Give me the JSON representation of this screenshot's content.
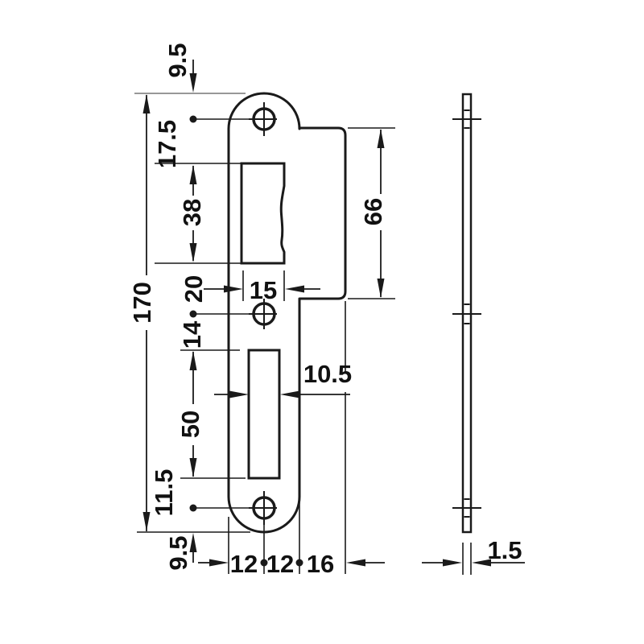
{
  "drawing": {
    "kind": "strike-plate dimension drawing",
    "colors": {
      "line": "#1a1a1a",
      "background": "#ffffff"
    },
    "dims": {
      "top_edge_to_top_hole": "9.5",
      "top_hole_to_latch_cutout": "17.5",
      "latch_cutout_height": "38",
      "latch_cutout_width": "15",
      "latch_cutout_to_center_hole": "20",
      "center_hole_to_bolt_cutout": "14",
      "bolt_cutout_height": "50",
      "bolt_cutout_width": "10.5",
      "bolt_cutout_to_bottom_hole": "11.5",
      "bottom_hole_to_bottom_edge": "9.5",
      "overall_height": "170",
      "lip_height": "66",
      "left_edge_to_hole_center": "12",
      "hole_center_to_body_edge": "12",
      "lip_width": "16",
      "plate_thickness": "1.5"
    }
  }
}
